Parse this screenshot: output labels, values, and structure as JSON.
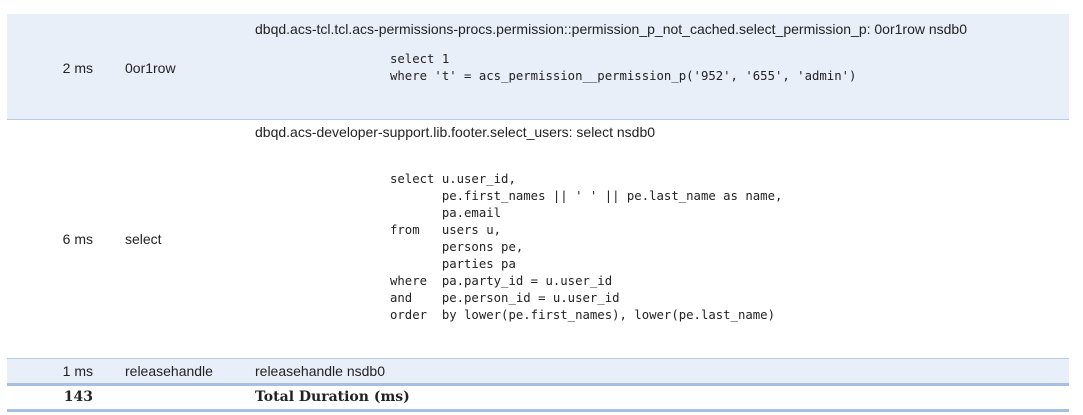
{
  "rows": [
    {
      "duration": "2 ms",
      "type": "0or1row",
      "statement": "dbqd.acs-tcl.tcl.acs-permissions-procs.permission::permission_p_not_cached.select_permission_p: 0or1row nsdb0",
      "sql": "select 1\nwhere 't' = acs_permission__permission_p('952', '655', 'admin')"
    },
    {
      "duration": "6 ms",
      "type": "select",
      "statement": "dbqd.acs-developer-support.lib.footer.select_users: select nsdb0",
      "sql": "select u.user_id,\n       pe.first_names || ' ' || pe.last_name as name,\n       pa.email\nfrom   users u,\n       persons pe,\n       parties pa\nwhere  pa.party_id = u.user_id\nand    pe.person_id = u.user_id\norder  by lower(pe.first_names), lower(pe.last_name)"
    },
    {
      "duration": "1 ms",
      "type": "releasehandle",
      "statement": "releasehandle nsdb0",
      "sql": ""
    }
  ],
  "total": {
    "value": "143",
    "label": "Total Duration (ms)"
  }
}
